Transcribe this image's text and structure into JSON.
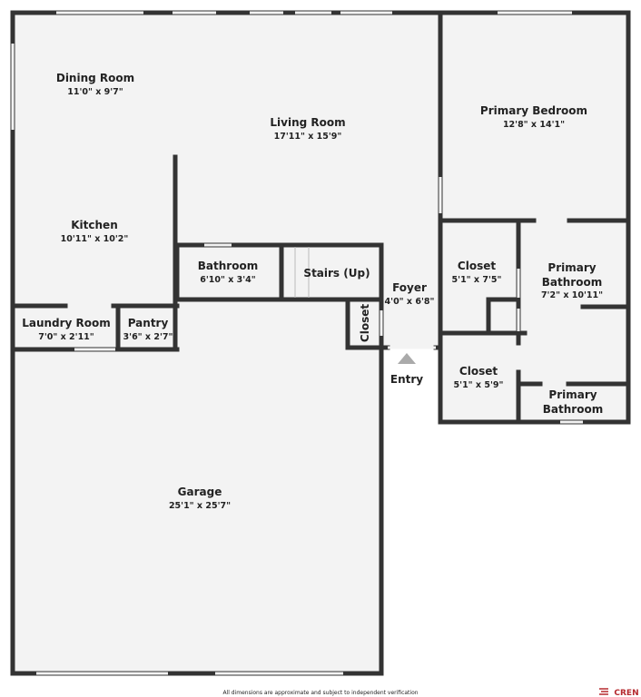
{
  "rooms": {
    "dining": {
      "name": "Dining Room",
      "dim": "11'0\" x 9'7\""
    },
    "living": {
      "name": "Living Room",
      "dim": "17'11\" x 15'9\""
    },
    "bedroom": {
      "name": "Primary Bedroom",
      "dim": "12'8\" x 14'1\""
    },
    "kitchen": {
      "name": "Kitchen",
      "dim": "10'11\" x 10'2\""
    },
    "bathroom": {
      "name": "Bathroom",
      "dim": "6'10\" x 3'4\""
    },
    "stairs": {
      "name": "Stairs (Up)"
    },
    "closet1": {
      "name": "Closet",
      "dim": "5'1\" x 7'5\""
    },
    "pbath1": {
      "name1": "Primary",
      "name2": "Bathroom",
      "dim": "7'2\" x 10'11\""
    },
    "foyer": {
      "name": "Foyer",
      "dim": "4'0\" x 6'8\""
    },
    "foyer_closet": {
      "name": "Closet"
    },
    "laundry": {
      "name": "Laundry Room",
      "dim": "7'0\" x 2'11\""
    },
    "pantry": {
      "name": "Pantry",
      "dim": "3'6\" x 2'7\""
    },
    "closet2": {
      "name": "Closet",
      "dim": "5'1\" x 5'9\""
    },
    "pbath2": {
      "name1": "Primary",
      "name2": "Bathroom"
    },
    "garage": {
      "name": "Garage",
      "dim": "25'1\" x 25'7\""
    }
  },
  "entry": "Entry",
  "footer": {
    "disclaimer": "All dimensions are approximate and subject to independent verification",
    "logo": "CREN"
  },
  "colors": {
    "wall": "#333333",
    "floor": "#f3f3f3",
    "logo": "#b5282e"
  }
}
